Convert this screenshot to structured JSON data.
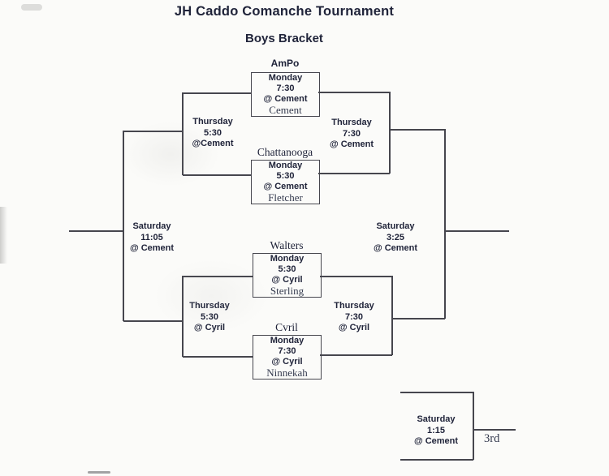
{
  "title": "JH Caddo Comanche Tournament",
  "subtitle": "Boys Bracket",
  "colors": {
    "ink_bold": "#20243a",
    "ink_serif": "#343a4e",
    "line": "#46464e",
    "paper": "#fbfbf9"
  },
  "games": {
    "g1": {
      "team_top": "AmPo",
      "day": "Monday",
      "time": "7:30",
      "venue": "@ Cement",
      "team_bottom": "Cement"
    },
    "g2": {
      "team_top": "Chattanooga",
      "day": "Monday",
      "time": "5:30",
      "venue": "@ Cement",
      "team_bottom": "Fletcher"
    },
    "g3": {
      "team_top": "Walters",
      "day": "Monday",
      "time": "5:30",
      "venue": "@ Cyril",
      "team_bottom": "Sterling"
    },
    "g4": {
      "team_top": "Cvril",
      "day": "Monday",
      "time": "7:30",
      "venue": "@ Cyril",
      "team_bottom": "Ninnekah"
    }
  },
  "round2": {
    "left_top": {
      "day": "Thursday",
      "time": "5:30",
      "venue": "@Cement"
    },
    "right_top": {
      "day": "Thursday",
      "time": "7:30",
      "venue": "@ Cement"
    },
    "left_bottom": {
      "day": "Thursday",
      "time": "5:30",
      "venue": "@ Cyril"
    },
    "right_bottom": {
      "day": "Thursday",
      "time": "7:30",
      "venue": "@ Cyril"
    }
  },
  "finals": {
    "left": {
      "day": "Saturday",
      "time": "11:05",
      "venue": "@ Cement"
    },
    "right": {
      "day": "Saturday",
      "time": "3:25",
      "venue": "@ Cement"
    }
  },
  "third_place": {
    "day": "Saturday",
    "time": "1:15",
    "venue": "@ Cement",
    "label": "3rd"
  }
}
